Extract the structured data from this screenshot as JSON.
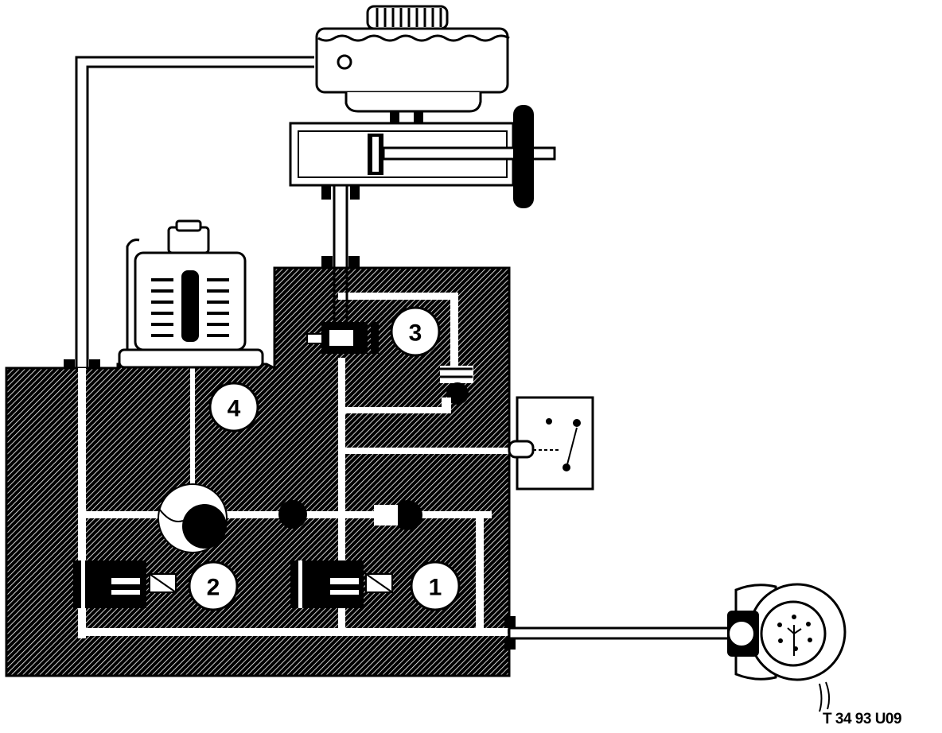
{
  "component_labels": {
    "valve_1": "1",
    "valve_2": "2",
    "valve_3": "3",
    "accumulator_4": "4"
  },
  "reference_code": "T 34 93 U09",
  "colors": {
    "ink": "#000000",
    "paper": "#ffffff"
  }
}
